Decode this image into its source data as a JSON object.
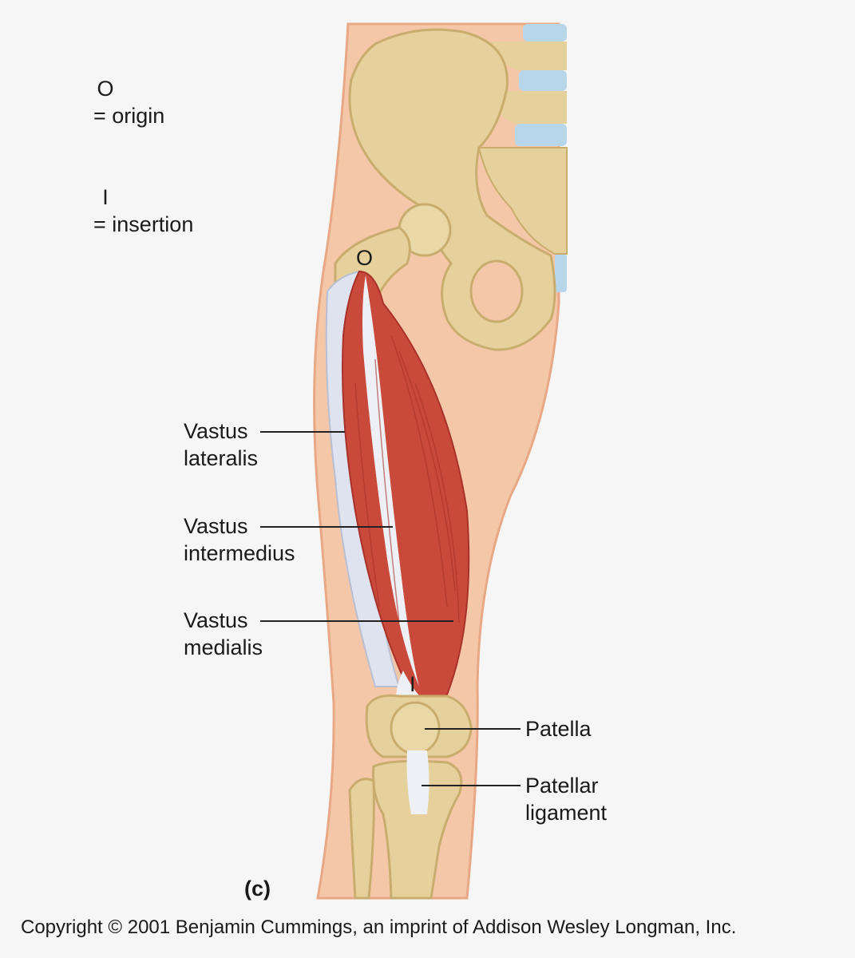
{
  "legend": {
    "origin_symbol": "O",
    "origin_text": "= origin",
    "insertion_symbol": "I",
    "insertion_text": "= insertion"
  },
  "markers": {
    "origin": "O",
    "insertion": "I"
  },
  "labels": {
    "vastus_lateralis": [
      "Vastus",
      "lateralis"
    ],
    "vastus_intermedius": [
      "Vastus",
      "intermedius"
    ],
    "vastus_medialis": [
      "Vastus",
      "medialis"
    ],
    "patella": [
      "Patella"
    ],
    "patellar_ligament": [
      "Patellar",
      "ligament"
    ]
  },
  "panel_label": "(c)",
  "copyright": "Copyright © 2001 Benjamin Cummings, an imprint of Addison Wesley Longman, Inc.",
  "colors": {
    "skin": "#f3c7a8",
    "skin_edge": "#e8a886",
    "bone": "#e6d19c",
    "bone_shade": "#c9ad6e",
    "muscle": "#c94a3a",
    "muscle_dark": "#a8322a",
    "tendon": "#eef0f6",
    "disc": "#b8d6ea"
  }
}
